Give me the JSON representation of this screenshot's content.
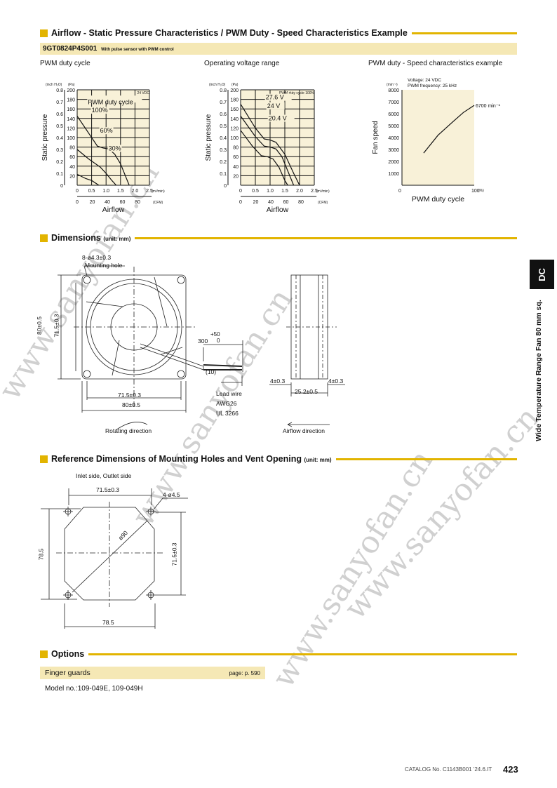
{
  "watermark": "www.sanyofan.cn",
  "colors": {
    "accent": "#e2b400",
    "bar": "#f5e8b5",
    "plot_bg": "#f8f1d8"
  },
  "sections": {
    "airflow": "Airflow - Static Pressure Characteristics / PWM Duty - Speed Characteristics Example",
    "dimensions": "Dimensions",
    "dimensions_unit": "(unit: mm)",
    "reference": "Reference Dimensions of Mounting Holes and Vent Opening",
    "reference_unit": "(unit: mm)",
    "options": "Options"
  },
  "model": {
    "number": "9GT0824P4S001",
    "note": "With pulse sensor with PWM control"
  },
  "side_tab": {
    "badge": "DC",
    "label": "Wide Temperature Range Fan 80 mm sq."
  },
  "chart_data": [
    {
      "type": "line",
      "title": "PWM duty cycle",
      "note": "24 VDC",
      "legend_title": "PWM duty cycle",
      "xlabel": "Airflow",
      "ylabel": "Static pressure",
      "x_unit": "(m³/min)",
      "x2_unit": "(CFM)",
      "y_unit": "(Pa)",
      "y2_unit": "(inch H₂O)",
      "xlim": [
        0,
        2.5
      ],
      "ylim": [
        0,
        200
      ],
      "x_ticks": [
        "0",
        "0.5",
        "1.0",
        "1.5",
        "2.0",
        "2.5"
      ],
      "x2_ticks": [
        "0",
        "20",
        "40",
        "60",
        "80"
      ],
      "y_ticks": [
        "200",
        "180",
        "160",
        "140",
        "120",
        "100",
        "80",
        "60",
        "40",
        "20"
      ],
      "y2_ticks": [
        "0.8",
        "0.7",
        "0.6",
        "0.5",
        "0.4",
        "0.3",
        "0.2",
        "0.1",
        "0"
      ],
      "series": [
        {
          "name": "100%",
          "points": [
            [
              0,
              145
            ],
            [
              0.3,
              118
            ],
            [
              0.7,
              82
            ],
            [
              0.9,
              78
            ],
            [
              1.1,
              76
            ],
            [
              1.3,
              65
            ],
            [
              1.5,
              45
            ],
            [
              1.7,
              15
            ],
            [
              1.8,
              0
            ]
          ]
        },
        {
          "name": "60%",
          "points": [
            [
              0,
              75
            ],
            [
              0.4,
              55
            ],
            [
              0.8,
              38
            ],
            [
              1.0,
              25
            ],
            [
              1.2,
              10
            ],
            [
              1.35,
              0
            ]
          ]
        },
        {
          "name": "30%",
          "points": [
            [
              0,
              23
            ],
            [
              0.3,
              14
            ],
            [
              0.5,
              10
            ],
            [
              0.7,
              2
            ],
            [
              0.75,
              0
            ]
          ]
        }
      ]
    },
    {
      "type": "line",
      "title": "Operating voltage range",
      "note": "PWM duty cycle 100%",
      "xlabel": "Airflow",
      "ylabel": "Static pressure",
      "x_unit": "(m³/min)",
      "x2_unit": "(CFM)",
      "y_unit": "(Pa)",
      "y2_unit": "(inch H₂O)",
      "xlim": [
        0,
        2.5
      ],
      "ylim": [
        0,
        200
      ],
      "x_ticks": [
        "0",
        "0.5",
        "1.0",
        "1.5",
        "2.0",
        "2.5"
      ],
      "x2_ticks": [
        "0",
        "20",
        "40",
        "60",
        "80"
      ],
      "y_ticks": [
        "200",
        "180",
        "160",
        "140",
        "120",
        "100",
        "80",
        "60",
        "40",
        "20"
      ],
      "y2_ticks": [
        "0.8",
        "0.7",
        "0.6",
        "0.5",
        "0.4",
        "0.3",
        "0.2",
        "0.1",
        "0"
      ],
      "series": [
        {
          "name": "27.6 V",
          "points": [
            [
              0,
              170
            ],
            [
              0.5,
              120
            ],
            [
              0.8,
              97
            ],
            [
              1.0,
              95
            ],
            [
              1.2,
              90
            ],
            [
              1.5,
              65
            ],
            [
              1.8,
              25
            ],
            [
              2.0,
              0
            ]
          ]
        },
        {
          "name": "24 V",
          "points": [
            [
              0,
              145
            ],
            [
              0.5,
              102
            ],
            [
              0.8,
              82
            ],
            [
              1.0,
              80
            ],
            [
              1.2,
              76
            ],
            [
              1.4,
              60
            ],
            [
              1.6,
              30
            ],
            [
              1.8,
              0
            ]
          ]
        },
        {
          "name": "20.4 V",
          "points": [
            [
              0,
              115
            ],
            [
              0.4,
              82
            ],
            [
              0.7,
              62
            ],
            [
              0.9,
              60
            ],
            [
              1.1,
              55
            ],
            [
              1.3,
              38
            ],
            [
              1.5,
              10
            ],
            [
              1.6,
              0
            ]
          ]
        }
      ]
    },
    {
      "type": "line",
      "title": "PWM duty - Speed characteristics example",
      "note": "Voltage: 24 VDC",
      "note2": "PWM frequency: 25 kHz",
      "xlabel": "PWM duty cycle",
      "ylabel": "Fan speed",
      "x_unit": "(%)",
      "y_unit": "(min⁻¹)",
      "xlim": [
        0,
        100
      ],
      "ylim": [
        0,
        8000
      ],
      "x_ticks": [
        "0",
        "100"
      ],
      "y_ticks": [
        "8000",
        "7000",
        "6000",
        "5000",
        "4000",
        "3000",
        "2000",
        "1000"
      ],
      "annotation": "6700 min⁻¹",
      "series": [
        {
          "name": "speed",
          "points": [
            [
              30,
              2700
            ],
            [
              50,
              4200
            ],
            [
              70,
              5300
            ],
            [
              85,
              6100
            ],
            [
              100,
              6700
            ]
          ]
        }
      ]
    }
  ],
  "dimensions": {
    "hole": "8-ø4.3±0.3",
    "hole_label": "Mounting hole",
    "h_outer": "80±0.5",
    "h_inner": "71.5±0.3",
    "w_inner": "71.5±0.3",
    "w_outer": "80±0.5",
    "lead_len": "300",
    "lead_tol": "+50",
    "lead_tol2": "0",
    "strip": "(10)",
    "lead1": "Lead wire",
    "lead2": "AWG26",
    "lead3": "UL 3266",
    "rotate": "Rotating direction",
    "side_l": "4±0.3",
    "side_r": "4±0.3",
    "depth": "25.2±0.5",
    "airflow": "Airflow direction"
  },
  "reference": {
    "caption": "Inlet side, Outlet side",
    "top": "71.5±0.3",
    "holes": "4-ø4.5",
    "diag": "ø90",
    "left": "78.5",
    "right": "71.5±0.3",
    "bottom": "78.5"
  },
  "options": {
    "item": "Finger guards",
    "page": "page: p. 590",
    "model": "Model no.:109-049E, 109-049H"
  },
  "footer": {
    "catalog": "CATALOG No. C1143B001  '24.6.IT",
    "page": "423"
  }
}
